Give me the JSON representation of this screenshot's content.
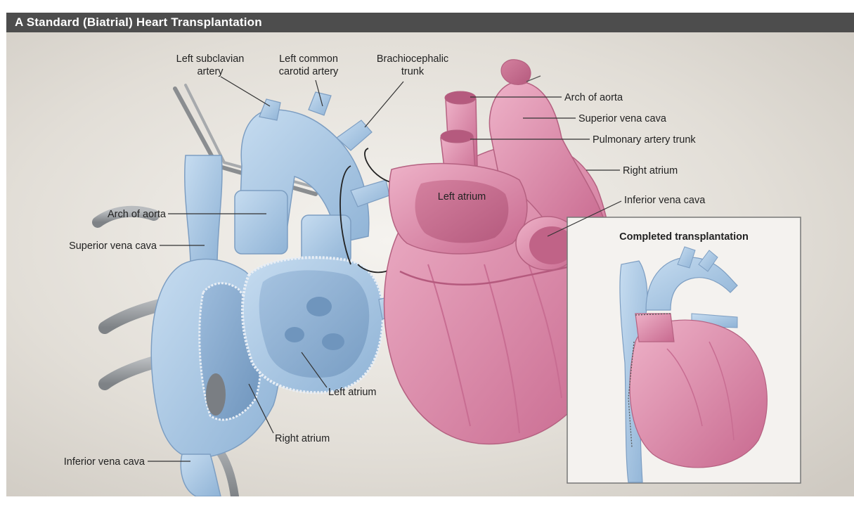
{
  "header": {
    "title": "A  Standard (Biatrial) Heart Transplantation"
  },
  "labels": {
    "left_subclavian_1": "Left subclavian",
    "left_subclavian_2": "artery",
    "left_common_carotid_1": "Left common",
    "left_common_carotid_2": "carotid artery",
    "brachiocephalic_1": "Brachiocephalic",
    "brachiocephalic_2": "trunk",
    "recipient_arch_of_aorta": "Arch of aorta",
    "recipient_superior_vena_cava": "Superior vena cava",
    "recipient_left_atrium": "Left atrium",
    "recipient_right_atrium": "Right atrium",
    "recipient_inferior_vena_cava": "Inferior vena cava",
    "donor_arch_of_aorta": "Arch of aorta",
    "donor_superior_vena_cava": "Superior vena cava",
    "donor_pulmonary_artery_trunk": "Pulmonary artery trunk",
    "donor_right_atrium": "Right atrium",
    "donor_inferior_vena_cava": "Inferior vena cava",
    "donor_left_atrium": "Left atrium"
  },
  "inset": {
    "title": "Completed transplantation"
  },
  "colors": {
    "header_bg": "#4d4d4d",
    "background": "#e4e0da",
    "recipient_blue": "#a9c7e4",
    "donor_pink": "#dc8fae",
    "inset_bg": "#f4f2ef"
  }
}
